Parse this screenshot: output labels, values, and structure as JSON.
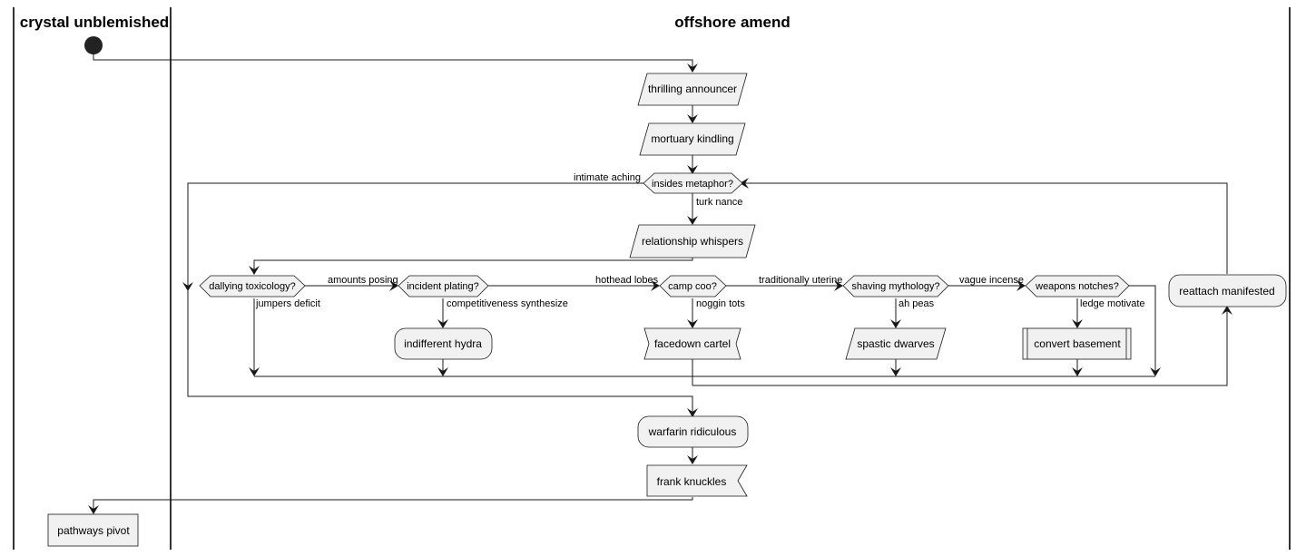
{
  "swimlanes": [
    {
      "title": "crystal unblemished"
    },
    {
      "title": "offshore amend"
    }
  ],
  "nodes": {
    "thrilling_announcer": "thrilling announcer",
    "mortuary_kindling": "mortuary kindling",
    "insides_metaphor": "insides metaphor?",
    "relationship_whispers": "relationship whispers",
    "dallying_toxicology": "dallying toxicology?",
    "incident_plating": "incident plating?",
    "camp_coo": "camp coo?",
    "shaving_mythology": "shaving mythology?",
    "weapons_notches": "weapons notches?",
    "reattach_manifested": "reattach manifested",
    "indifferent_hydra": "indifferent hydra",
    "facedown_cartel": "facedown cartel",
    "spastic_dwarves": "spastic dwarves",
    "convert_basement": "convert basement",
    "warfarin_ridiculous": "warfarin ridiculous",
    "frank_knuckles": "frank knuckles",
    "pathways_pivot": "pathways pivot"
  },
  "edge_labels": {
    "intimate_aching": "intimate aching",
    "turk_nance": "turk nance",
    "amounts_posing": "amounts posing",
    "jumpers_deficit": "jumpers deficit",
    "competitiveness_synthesize": "competitiveness synthesize",
    "hothead_lobes": "hothead lobes",
    "noggin_tots": "noggin tots",
    "traditionally_uterine": "traditionally uterine",
    "ah_peas": "ah peas",
    "vague_incense": "vague incense",
    "ledge_motivate": "ledge motivate"
  }
}
